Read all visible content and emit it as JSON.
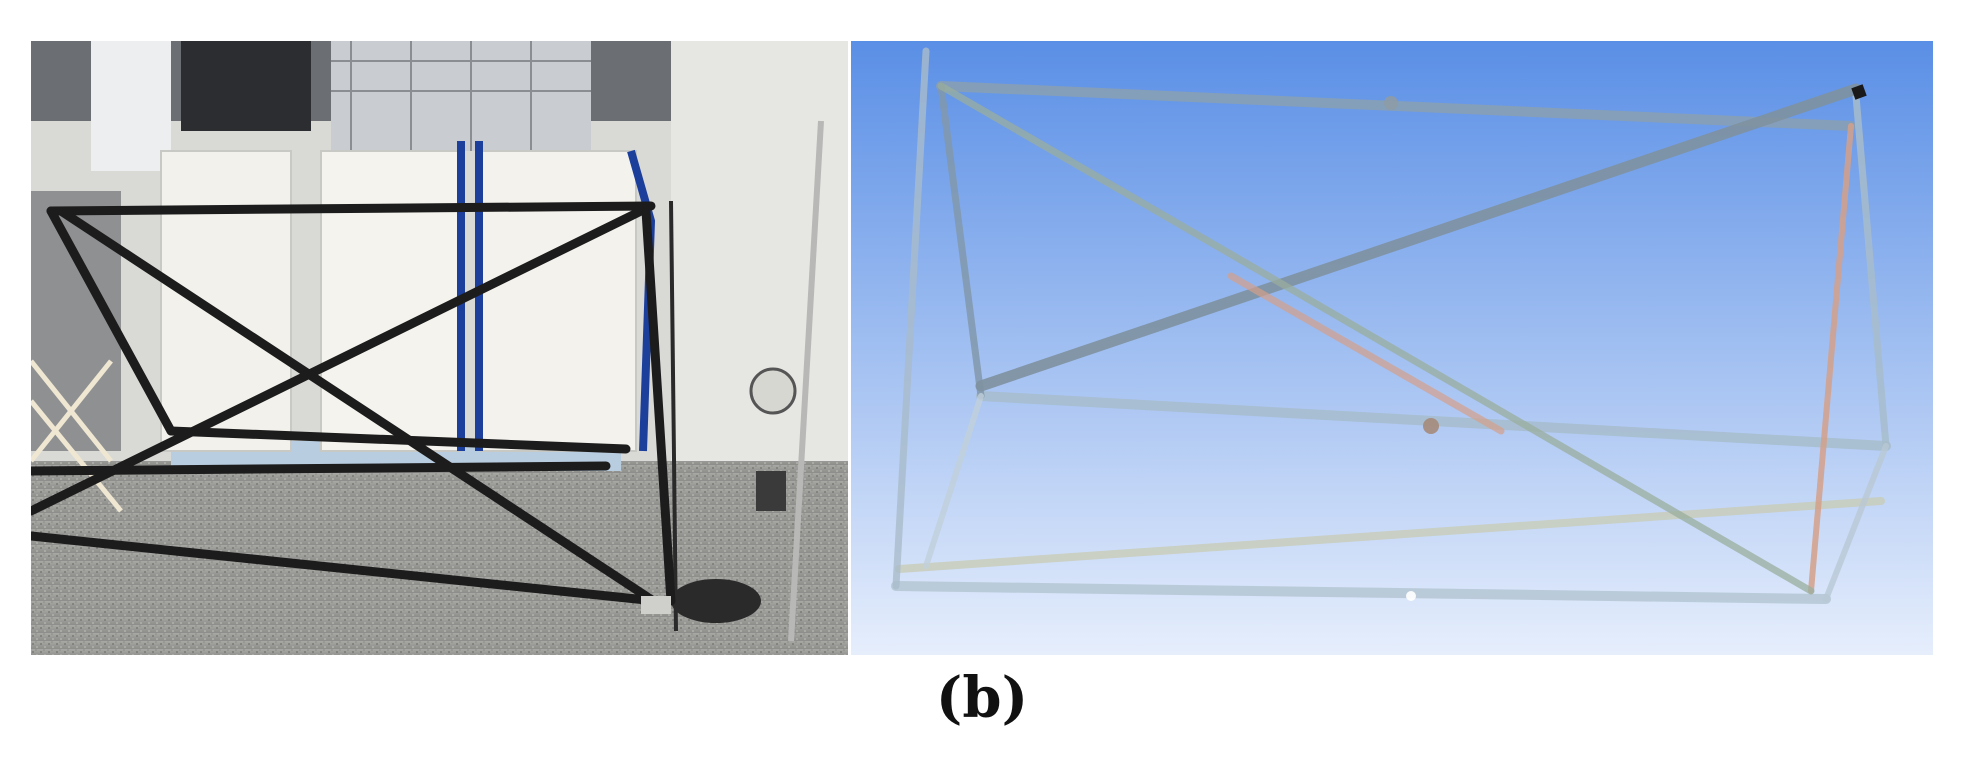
{
  "figure": {
    "panel_label": "(b)",
    "left_panel": "photo",
    "right_panel": "model-render"
  },
  "colors": {
    "floor": "#9b9b98",
    "frame_bar": "#1c1c1c",
    "render_sky_top": "#5a8fe6",
    "render_sky_bottom": "#e6eefc",
    "render_member": "#8aa6b8",
    "render_member_accent": "#d4a08a"
  }
}
